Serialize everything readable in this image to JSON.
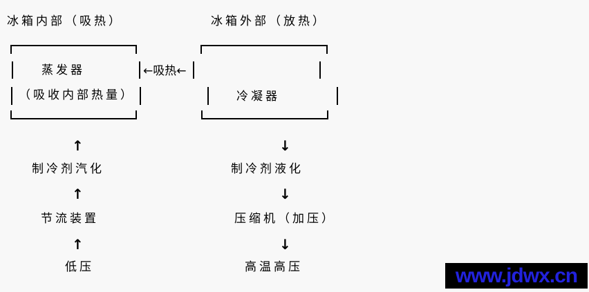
{
  "header": {
    "interior_label": "冰箱内部（吸热）",
    "exterior_label": "冰箱外部（放热）"
  },
  "evaporator": {
    "title": "蒸发器",
    "subtitle": "（吸收内部热量）"
  },
  "condenser": {
    "title": "冷凝器"
  },
  "heat_transfer": {
    "label": "←吸热←"
  },
  "left_flow": {
    "up_arrow": "↑",
    "step1": "制冷剂汽化",
    "step2": "节流装置",
    "step3": "低压"
  },
  "right_flow": {
    "down_arrow": "↓",
    "step1": "制冷剂液化",
    "step2": "压缩机（加压）",
    "step3": "高温高压"
  },
  "watermark": {
    "url_text": "www.jdwx.cn"
  },
  "colors": {
    "background": "#f8f8f8",
    "line": "#000000",
    "text": "#000000",
    "watermark_bg": "#000000",
    "watermark_text": "#2222dd"
  }
}
